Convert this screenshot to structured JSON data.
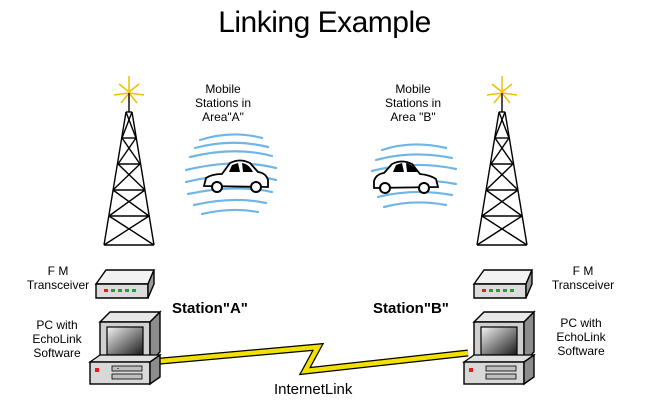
{
  "title": "Linking Example",
  "mobile_a": {
    "line1": "Mobile",
    "line2": "Stations in",
    "line3": "Area\"A\""
  },
  "mobile_b": {
    "line1": "Mobile",
    "line2": "Stations in",
    "line3": "Area \"B\""
  },
  "transceiver_a": {
    "line1": "F M",
    "line2": "Transceiver"
  },
  "transceiver_b": {
    "line1": "F M",
    "line2": "Transceiver"
  },
  "pc_a": {
    "line1": "PC with",
    "line2": "EchoLink",
    "line3": "Software"
  },
  "pc_b": {
    "line1": "PC with",
    "line2": "EchoLink",
    "line3": "Software"
  },
  "station_a": "Station\"A\"",
  "station_b": "Station\"B\"",
  "internet_link": "InternetLink",
  "colors": {
    "lightning": "#f2e000",
    "signal_blue": "#6fb6e6",
    "spark": "#f0c000",
    "led_red": "#e02020",
    "led_green": "#20a040"
  }
}
